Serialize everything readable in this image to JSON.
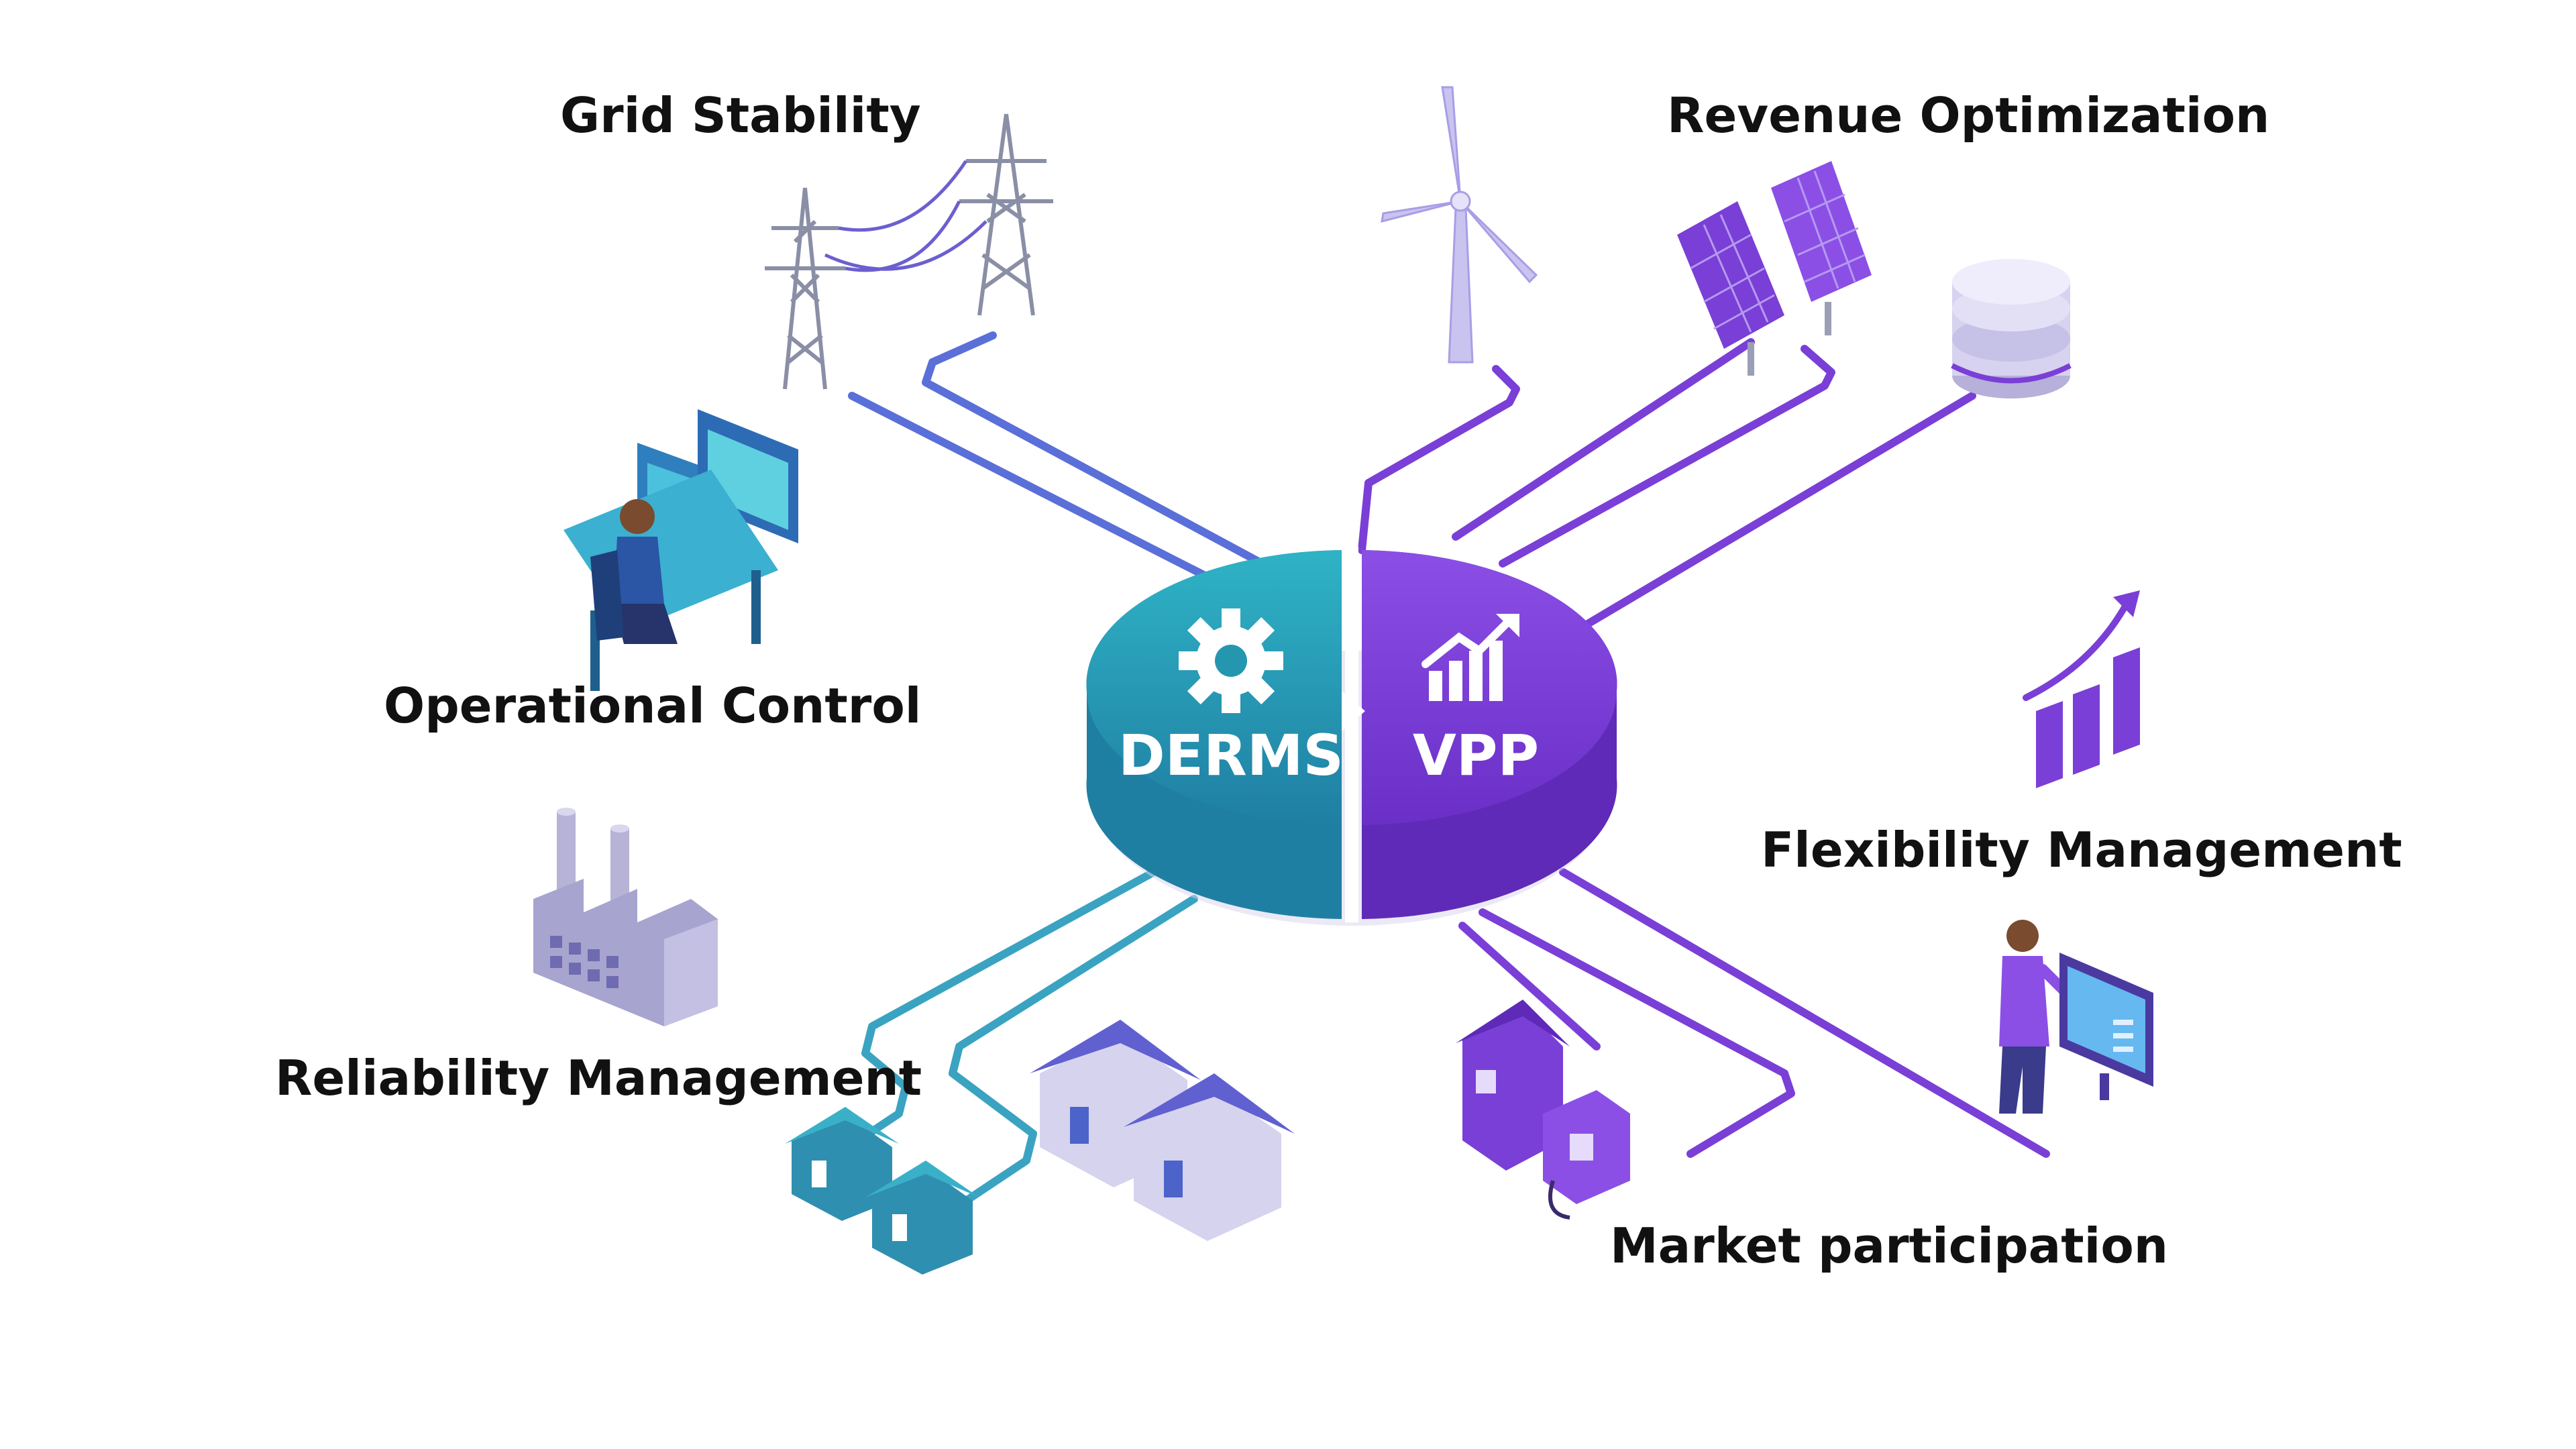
{
  "diagram": {
    "hub": {
      "left": {
        "label": "DERMS",
        "icon": "gear-icon",
        "color": "#2596b0"
      },
      "right": {
        "label": "VPP",
        "icon": "chart-up-icon",
        "color": "#7a3fd6"
      }
    },
    "benefits": {
      "grid_stability": "Grid Stability",
      "revenue_optimization": "Revenue Optimization",
      "operational_control": "Operational Control",
      "flexibility_management": "Flexibility Management",
      "reliability_management": "Reliability Management",
      "market_participation": "Market participation"
    },
    "icons": [
      "transmission-tower-icon",
      "wind-turbine-icon",
      "solar-panel-icon",
      "database-icon",
      "operator-workstation-icon",
      "bar-chart-growth-icon",
      "factory-icon",
      "houses-icon",
      "ev-charger-house-icon",
      "person-dashboard-icon"
    ],
    "colors": {
      "teal": "#2596b0",
      "blue": "#5a6fd8",
      "purple": "#7a3fd6",
      "text": "#111111"
    }
  }
}
